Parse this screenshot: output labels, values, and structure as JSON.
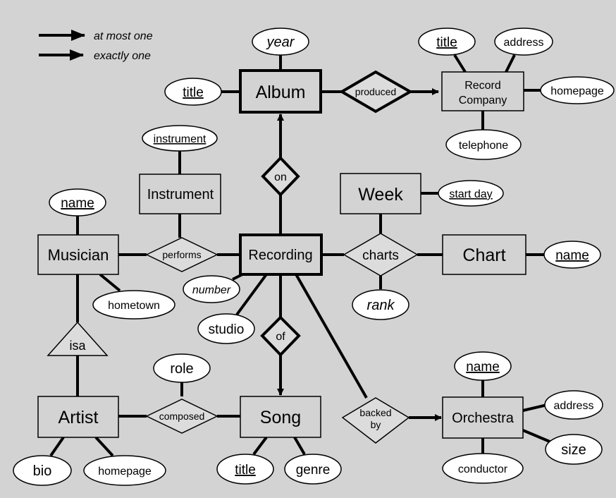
{
  "legend": {
    "at_most_one": "at most one",
    "exactly_one": "exactly one"
  },
  "entities": {
    "album": "Album",
    "record_company": [
      "Record",
      "Company"
    ],
    "instrument": "Instrument",
    "week": "Week",
    "musician": "Musician",
    "recording": "Recording",
    "chart": "Chart",
    "artist": "Artist",
    "song": "Song",
    "orchestra": "Orchestra"
  },
  "relationships": {
    "produced": "produced",
    "on": "on",
    "performs": "performs",
    "charts": "charts",
    "of": "of",
    "composed": "composed",
    "backed_by": [
      "backed",
      "by"
    ],
    "isa": "isa"
  },
  "attributes": {
    "album_year": "year",
    "album_title": "title",
    "company_title": "title",
    "company_address": "address",
    "company_homepage": "homepage",
    "company_telephone": "telephone",
    "instrument_instrument": "instrument",
    "week_start_day": "start day",
    "musician_name": "name",
    "musician_hometown": "hometown",
    "recording_number": "number",
    "recording_studio": "studio",
    "charts_rank": "rank",
    "chart_name": "name",
    "composed_role": "role",
    "artist_bio": "bio",
    "artist_homepage": "homepage",
    "song_title": "title",
    "song_genre": "genre",
    "orchestra_name": "name",
    "orchestra_address": "address",
    "orchestra_size": "size",
    "orchestra_conductor": "conductor"
  }
}
